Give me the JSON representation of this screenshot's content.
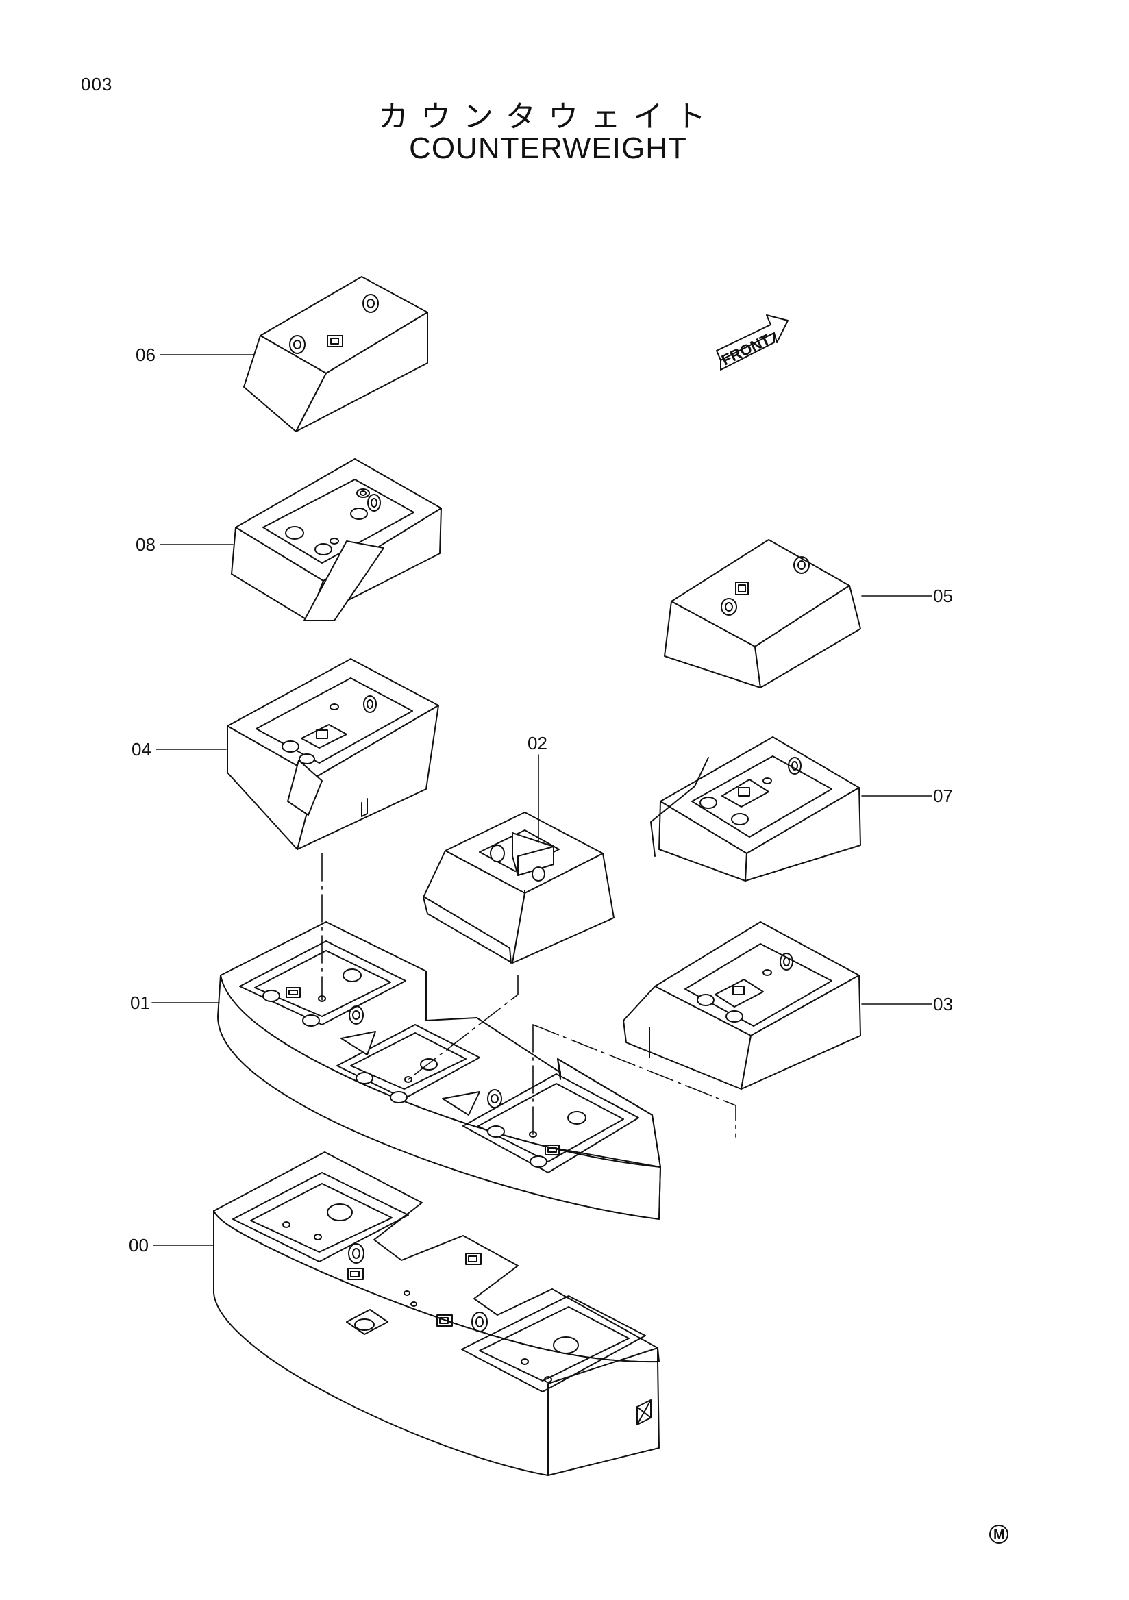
{
  "page": {
    "number": "003",
    "title_jp": "カウンタウェイト",
    "title_en": "COUNTERWEIGHT"
  },
  "direction_label": "FRONT",
  "corner_mark": "M",
  "callouts": [
    {
      "id": "06",
      "label": "06"
    },
    {
      "id": "08",
      "label": "08"
    },
    {
      "id": "05",
      "label": "05"
    },
    {
      "id": "04",
      "label": "04"
    },
    {
      "id": "02",
      "label": "02"
    },
    {
      "id": "07",
      "label": "07"
    },
    {
      "id": "01",
      "label": "01"
    },
    {
      "id": "03",
      "label": "03"
    },
    {
      "id": "00",
      "label": "00"
    }
  ],
  "colors": {
    "line": "#111111",
    "background": "#ffffff"
  }
}
